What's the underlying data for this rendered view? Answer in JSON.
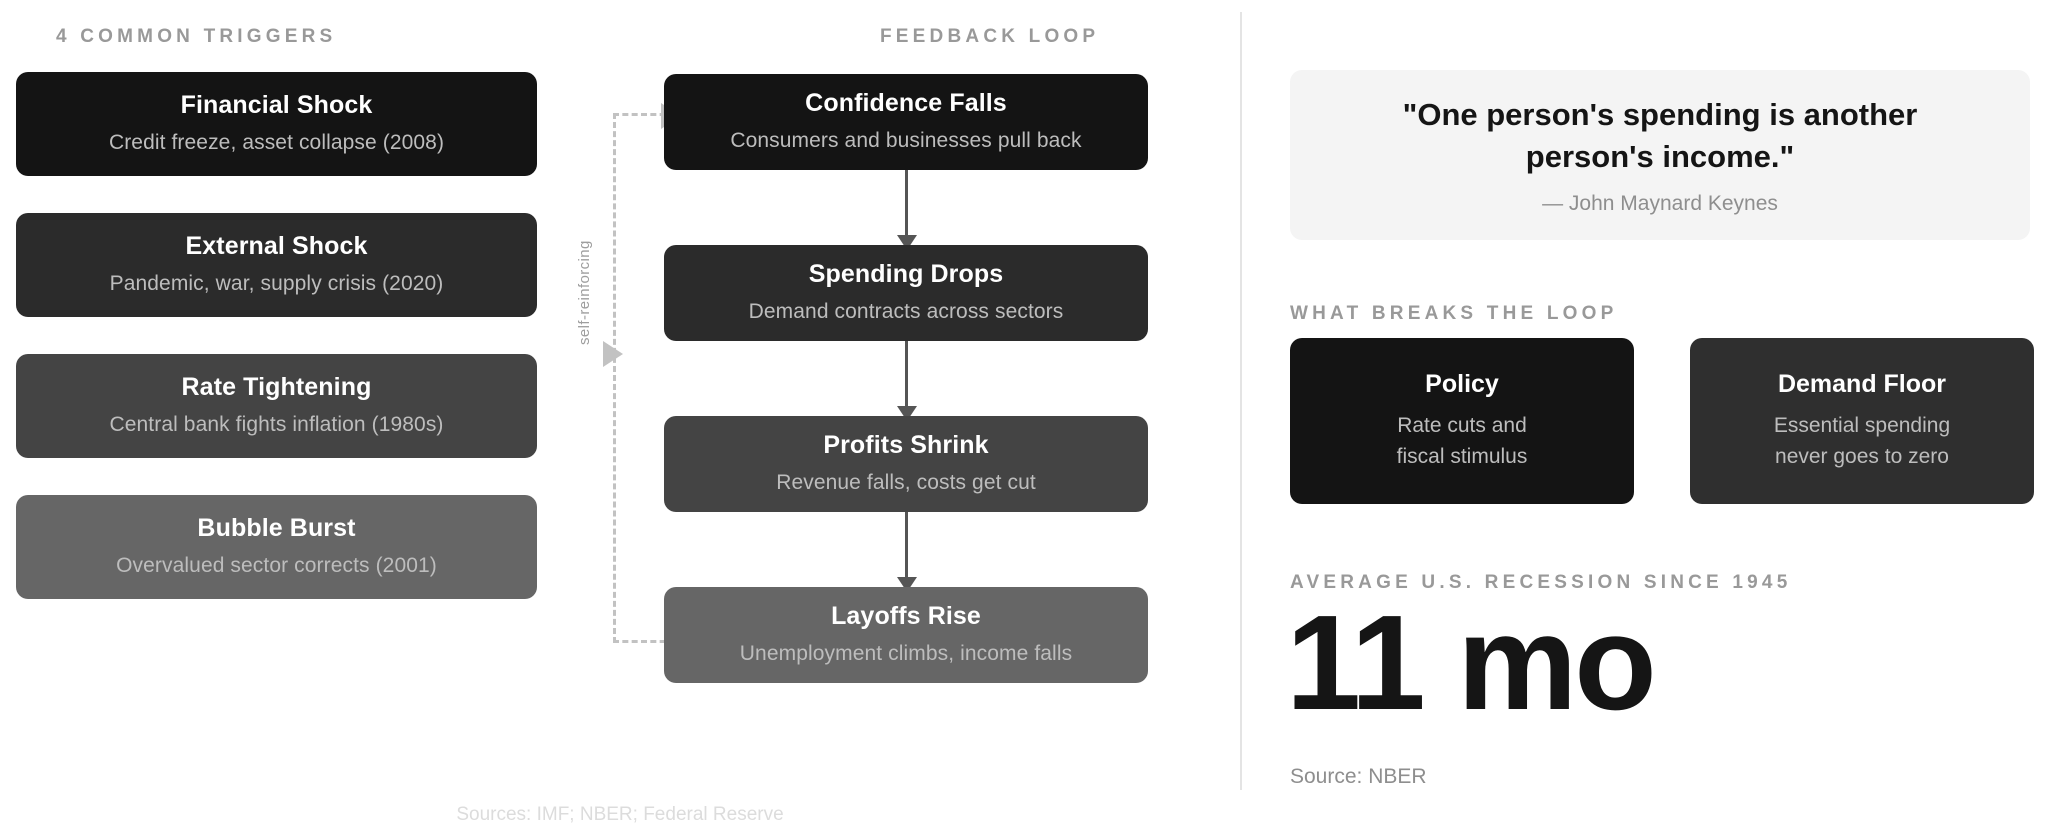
{
  "triggers": {
    "heading": "4 COMMON TRIGGERS",
    "items": [
      {
        "title": "Financial Shock",
        "desc": "Credit freeze, asset collapse (2008)",
        "color": "#141414"
      },
      {
        "title": "External Shock",
        "desc": "Pandemic, war, supply crisis (2020)",
        "color": "#2b2b2b"
      },
      {
        "title": "Rate Tightening",
        "desc": "Central bank fights inflation (1980s)",
        "color": "#444444"
      },
      {
        "title": "Bubble Burst",
        "desc": "Overvalued sector corrects (2001)",
        "color": "#666666"
      }
    ]
  },
  "loop": {
    "heading": "FEEDBACK LOOP",
    "self_reinforcing_label": "self-reinforcing",
    "steps": [
      {
        "title": "Confidence Falls",
        "desc": "Consumers and businesses pull back",
        "color": "#141414"
      },
      {
        "title": "Spending Drops",
        "desc": "Demand contracts across sectors",
        "color": "#2b2b2b"
      },
      {
        "title": "Profits Shrink",
        "desc": "Revenue falls, costs get cut",
        "color": "#444444"
      },
      {
        "title": "Layoffs Rise",
        "desc": "Unemployment climbs, income falls",
        "color": "#666666"
      }
    ]
  },
  "quote": {
    "text": "\"One person's spending is another person's income.\"",
    "attribution": "— John Maynard Keynes"
  },
  "breaks": {
    "heading": "WHAT BREAKS THE LOOP",
    "items": [
      {
        "title": "Policy",
        "desc": "Rate cuts and\nfiscal stimulus",
        "color": "#141414"
      },
      {
        "title": "Demand Floor",
        "desc": "Essential spending\nnever goes to zero",
        "color": "#2f2f2f"
      }
    ]
  },
  "stat": {
    "heading": "AVERAGE U.S. RECESSION SINCE 1945",
    "value": "11 mo",
    "source": "Source: NBER"
  },
  "footer": {
    "sources": "Sources: IMF; NBER; Federal Reserve"
  },
  "colors": {
    "divider": "#e4e4e4",
    "dashed_path": "#c2c2c2",
    "solid_arrow": "#555555",
    "heading_gray": "#999999"
  }
}
